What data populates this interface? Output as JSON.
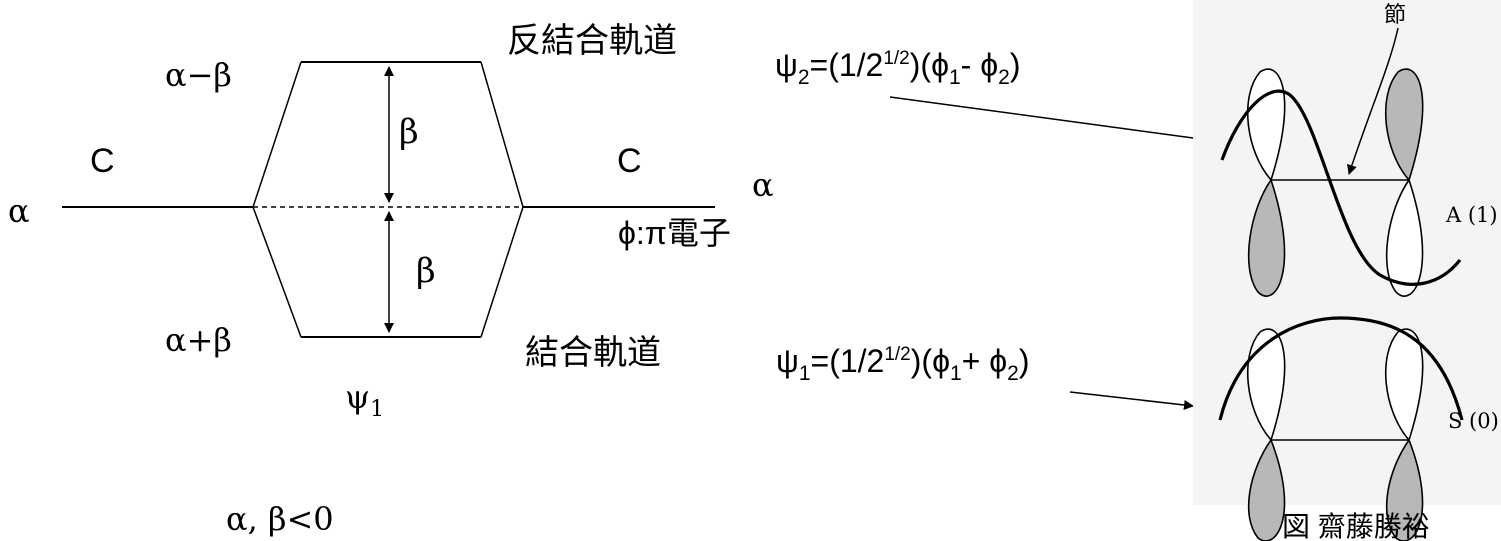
{
  "energy_diagram": {
    "alpha_minus_beta": "α−β",
    "alpha_plus_beta": "α+β",
    "carbon_left": "C",
    "carbon_right": "C",
    "alpha_left": "α",
    "alpha_right": "α",
    "beta_upper": "β",
    "beta_lower": "β",
    "phi_label": "ϕ:π電子",
    "antibonding_label": "反結合軌道",
    "bonding_label": "結合軌道",
    "psi1_label": "ψ1",
    "condition": "α, β<0"
  },
  "equations": {
    "psi2": "ψ2=(1/21/2)(ϕ1- ϕ2)",
    "psi1": "ψ1=(1/21/2)(ϕ1+ ϕ2)"
  },
  "figure": {
    "node_label": "節",
    "antisym_label": "A (1)",
    "sym_label": "S (0)",
    "caption": "図 齋藤勝裕"
  }
}
